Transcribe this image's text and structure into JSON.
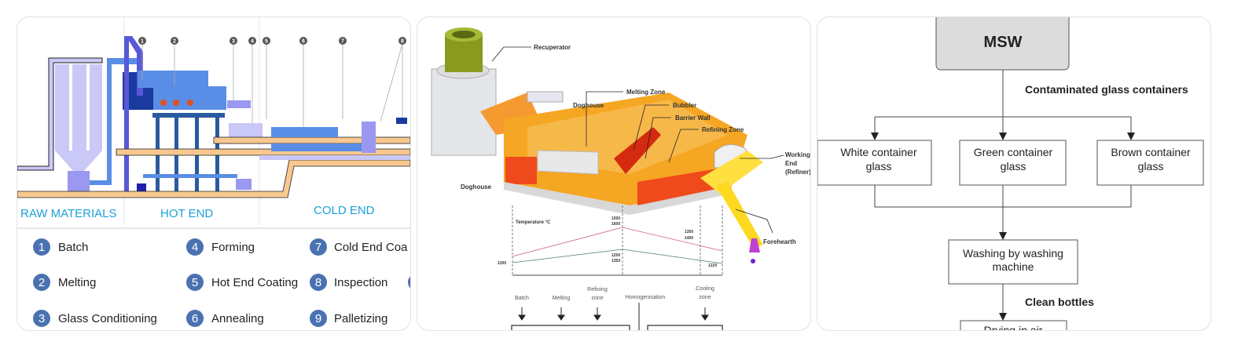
{
  "cards": [
    {
      "callout_numbers": [
        "1",
        "2",
        "3",
        "4",
        "5",
        "6",
        "7",
        "8"
      ],
      "sections": [
        "RAW MATERIALS",
        "HOT END",
        "COLD END"
      ],
      "legend": [
        {
          "num": "1",
          "label": "Batch"
        },
        {
          "num": "2",
          "label": "Melting"
        },
        {
          "num": "3",
          "label": "Glass Conditioning"
        },
        {
          "num": "4",
          "label": "Forming"
        },
        {
          "num": "5",
          "label": "Hot End Coating"
        },
        {
          "num": "6",
          "label": "Annealing"
        },
        {
          "num": "7",
          "label": "Cold End Coa"
        },
        {
          "num": "8",
          "label": "Inspection"
        },
        {
          "num": "9",
          "label": "Palletizing"
        }
      ],
      "colors": {
        "section_label": "#1ea0d8",
        "legend_circle": "#4a72b0",
        "conveyor": "#f8c890",
        "furnace": "#1a3aa0"
      }
    },
    {
      "labels": {
        "recuperator": "Recuperator",
        "melting_zone": "Melting Zone",
        "doghouse_top": "Doghouse",
        "bubbler": "Bubbler",
        "barrier_wall": "Barrier Wall",
        "refining_zone": "Refining Zone",
        "working_end_1": "Working",
        "working_end_2": "End",
        "working_end_3": "(Refiner)",
        "doghouse_left": "Doghouse",
        "forehearth": "Forehearth",
        "temperature": "Temperature °C"
      },
      "temperatures": [
        "1500",
        "1600",
        "1350",
        "1400",
        "1250",
        "1350",
        "1200",
        "1220"
      ],
      "zones": {
        "batch": "Batch",
        "melting": "Melting",
        "refining_1": "Refining",
        "refining_2": "zone",
        "homogenisation": "Homogenisation",
        "cooling_1": "Cooling",
        "cooling_2": "zone"
      },
      "colors": {
        "furnace": "#f5a623",
        "refractory": "#ef4a1c",
        "recuperator": "#8a9a1e"
      }
    },
    {
      "root": "MSW",
      "edge_top": "Contaminated glass containers",
      "boxes": {
        "white_1": "White container",
        "white_2": "glass",
        "green_1": "Green container",
        "green_2": "glass",
        "brown_1": "Brown container",
        "brown_2": "glass",
        "wash_1": "Washing by washing",
        "wash_2": "machine",
        "dry": "Drying in air"
      },
      "edge_bottom": "Clean bottles",
      "colors": {
        "root_fill": "#dcdcdc"
      }
    }
  ]
}
